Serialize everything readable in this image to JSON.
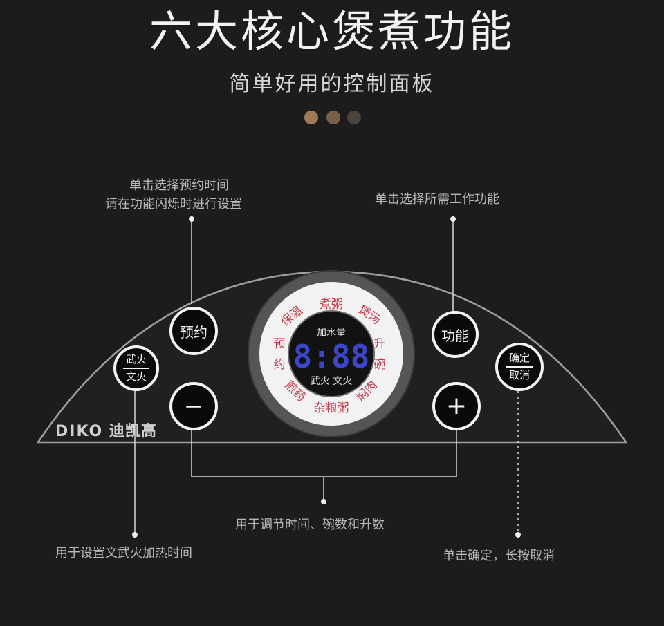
{
  "header": {
    "title": "六大核心煲煮功能",
    "subtitle": "简单好用的控制面板"
  },
  "dots": [
    "#a07a58",
    "#7a6048",
    "#4a443e"
  ],
  "notes": {
    "reservation_line1": "单击选择预约时间",
    "reservation_line2": "请在功能闪烁时进行设置",
    "function": "单击选择所需工作功能",
    "adjust": "用于调节时间、碗数和升数",
    "heat": "用于设置文武火加热时间",
    "confirm": "单击确定，长按取消"
  },
  "buttons": {
    "reserve": "预约",
    "function": "功能",
    "minus": "−",
    "plus": "+",
    "heat_top": "武火",
    "heat_bottom": "文火",
    "confirm_top": "确定",
    "confirm_bottom": "取消"
  },
  "display": {
    "digits": "8:88",
    "water": "加水量",
    "fire": "武火 文火",
    "modes": [
      "煮粥",
      "煲汤",
      "升",
      "碗",
      "焖肉",
      "杂粮粥",
      "煎药",
      "约",
      "预",
      "保温"
    ]
  },
  "brand": {
    "latin": "DIKO",
    "chinese": "迪凯高"
  },
  "colors": {
    "mode_text": "#c0394b",
    "digits": "#3b46c8",
    "panel_line": "#9a9a9a"
  }
}
